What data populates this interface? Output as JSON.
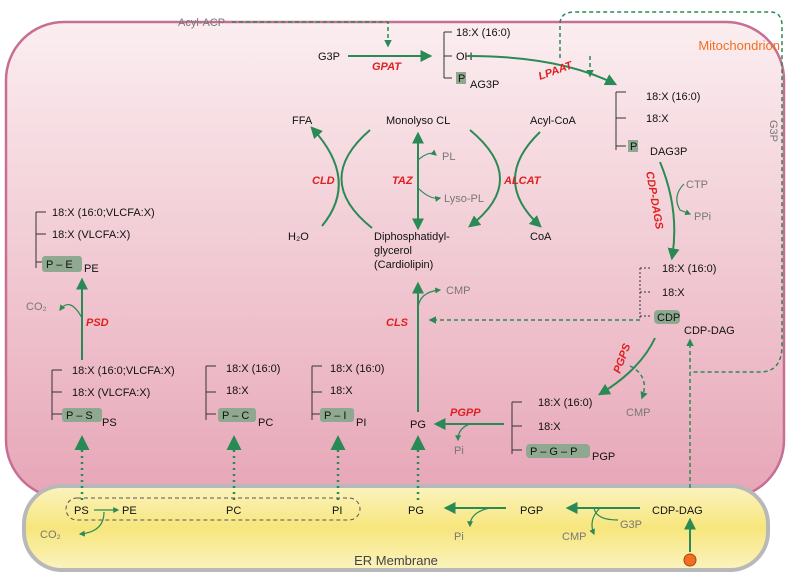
{
  "compartments": {
    "mitochondrion": "Mitochondrion",
    "er": "ER Membrane"
  },
  "metabolites": {
    "acyl_acp": "Acyl-ACP",
    "g3p_top": "G3P",
    "g3p_side": "G3P",
    "g3p_er": "G3P",
    "ag3p_chain1": "18:X (16:0)",
    "ag3p_oh": "OH",
    "ag3p_name": "AG3P",
    "dag3p_chain1": "18:X (16:0)",
    "dag3p_chain2": "18:X",
    "dag3p_name": "DAG3P",
    "ctp": "CTP",
    "ppi": "PPi",
    "cdpdag_chain1": "18:X (16:0)",
    "cdpdag_chain2": "18:X",
    "cdpdag_name": "CDP-DAG",
    "ffa": "FFA",
    "monolyso_cl": "Monolyso CL",
    "acyl_coa": "Acyl-CoA",
    "pl": "PL",
    "lyso_pl": "Lyso-PL",
    "h2o": "H₂O",
    "coa": "CoA",
    "cardiolipin_1": "Diphosphatidyl-",
    "cardiolipin_2": "glycerol",
    "cardiolipin_3": "(Cardiolipin)",
    "cmp_cls": "CMP",
    "cmp_pgps": "CMP",
    "cmp_er": "CMP",
    "pe_chain1": "18:X (16:0;VLCFA:X)",
    "pe_chain2": "18:X (VLCFA:X)",
    "pe_head": "P – E",
    "pe_sub": "PE",
    "co2_mito": "CO₂",
    "co2_er": "CO₂",
    "ps_chain1": "18:X (16:0;VLCFA:X)",
    "ps_chain2": "18:X (VLCFA:X)",
    "ps_head": "P – S",
    "ps_sub": "PS",
    "pc_chain1": "18:X (16:0)",
    "pc_chain2": "18:X",
    "pc_head": "P – C",
    "pc_sub": "PC",
    "pi_chain1": "18:X (16:0)",
    "pi_chain2": "18:X",
    "pi_head": "P – I",
    "pi_sub": "PI",
    "pg_mito": "PG",
    "pi_phosphate_mito": "Pi",
    "pgp_chain1": "18:X (16:0)",
    "pgp_chain2": "18:X",
    "pgp_head": "P – G – P",
    "pgp_sub": "PGP",
    "er_ps": "PS",
    "er_pe": "PE",
    "er_pc": "PC",
    "er_pi": "PI",
    "er_pg": "PG",
    "er_pgp": "PGP",
    "er_cdpdag": "CDP-DAG",
    "er_pi_phosphate": "Pi",
    "p_badge": "P",
    "cdp_badge": "CDP"
  },
  "enzymes": {
    "gpat": "GPAT",
    "lpaat": "LPAAT",
    "cdp_dags": "CDP-DAGS",
    "cld": "CLD",
    "taz": "TAZ",
    "alcat": "ALCAT",
    "psd": "PSD",
    "cls": "CLS",
    "pgps": "PGPS",
    "pgpp": "PGPP"
  },
  "colors": {
    "mito_fill_top": "#f9e7ea",
    "mito_fill_bottom": "#e9a9ba",
    "mito_border": "#c66e93",
    "er_fill": "#f9eb94",
    "er_border": "#b8b8b8",
    "arrow": "#2a8a55",
    "enzyme": "#e02020",
    "start_dot": "#f07020"
  }
}
